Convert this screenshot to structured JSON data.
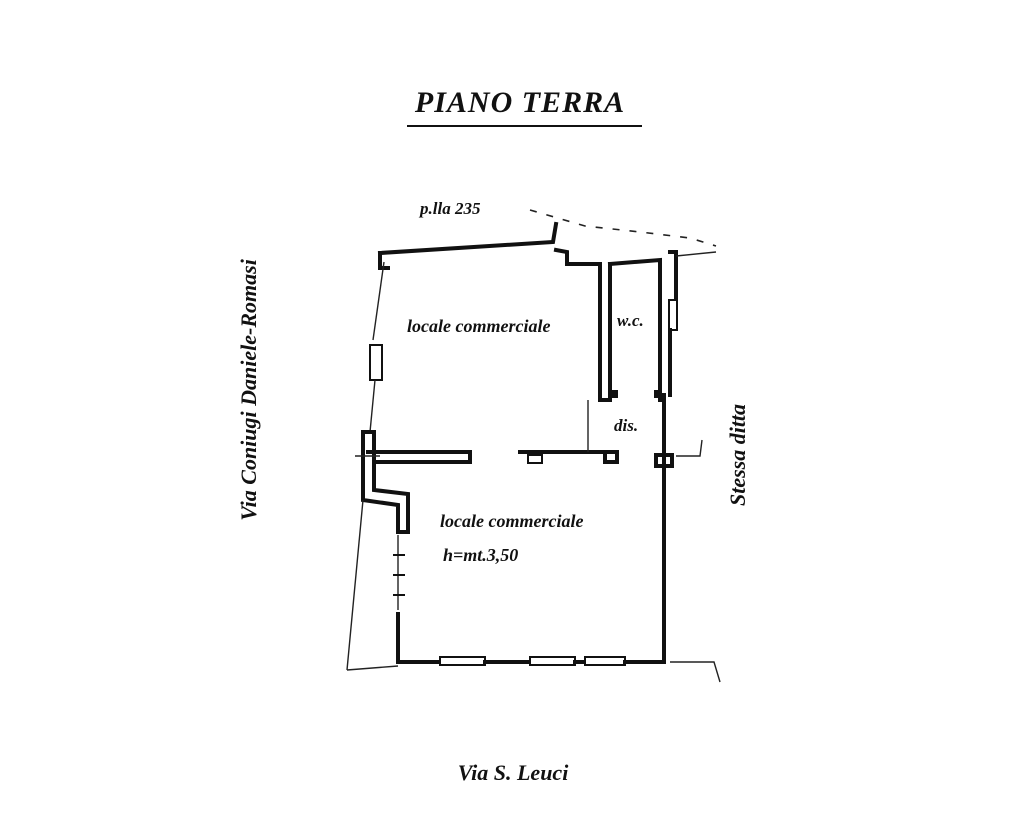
{
  "title": "PIANO  TERRA",
  "parcel_label": "p.lla 235",
  "rooms": [
    {
      "label": "locale commerciale"
    },
    {
      "label": "locale commerciale",
      "height": "h=mt.3,50"
    }
  ],
  "wc_label": "w.c.",
  "dis_label": "dis.",
  "streets": {
    "west": "Via Coniugi Daniele-Romasi",
    "east": "Stessa ditta",
    "south": "Via S. Leuci"
  }
}
